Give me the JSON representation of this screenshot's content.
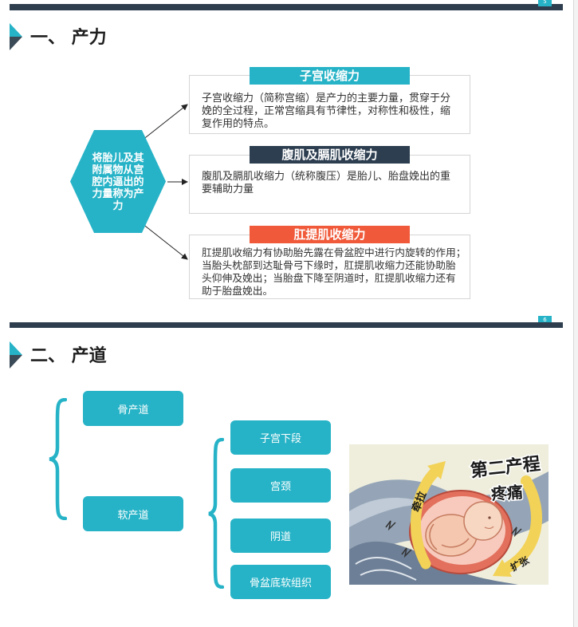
{
  "document": {
    "colors": {
      "accent_teal": "#27b3c7",
      "dark_navy": "#2c3e50",
      "accent_orange": "#f05a3a",
      "header_bar": "#2e3e4e"
    }
  },
  "slides": [
    {
      "number": "5",
      "title_icon": "chevron-right-icon",
      "title": "一、 产力",
      "center_label": "将胎儿及其附属物从宫腔内逼出的力量称为产力",
      "cards": [
        {
          "heading": "子宫收缩力",
          "color": "#27b3c7",
          "body_lines": [
            "子宫收缩力（简称宫缩）是产力的主要力量，贯穿于分",
            "娩的全过程，正常宫缩具有节律性，对称性和极性，缩",
            "复作用的特点。"
          ]
        },
        {
          "heading": "腹肌及膈肌收缩力",
          "color": "#2c3e50",
          "body_lines": [
            "腹肌及膈肌收缩力（统称腹压）是胎儿、胎盘娩出的重",
            "要辅助力量"
          ]
        },
        {
          "heading": "肛提肌收缩力",
          "color": "#f05a3a",
          "body_lines": [
            "肛提肌收缩力有协助胎先露在骨盆腔中进行内旋转的作用；",
            "当胎头枕部到达耻骨弓下缘时，肛提肌收缩力还能协助胎",
            "头仰伸及娩出；当胎盘下降至阴道时，肛提肌收缩力还有",
            "助于胎盘娩出。"
          ]
        }
      ]
    },
    {
      "number": "6",
      "title_icon": "chevron-right-icon",
      "title": "二、 产道",
      "branches": [
        {
          "label": "骨产道"
        },
        {
          "label": "软产道",
          "children": [
            "子宫下段",
            "宫颈",
            "阴道",
            "骨盆底软组织"
          ]
        }
      ],
      "illustration": {
        "caption_line1": "第二产程",
        "caption_line2": "疼痛",
        "left_arrow_label": "牵拉",
        "right_arrow_label": "扩张"
      }
    }
  ]
}
